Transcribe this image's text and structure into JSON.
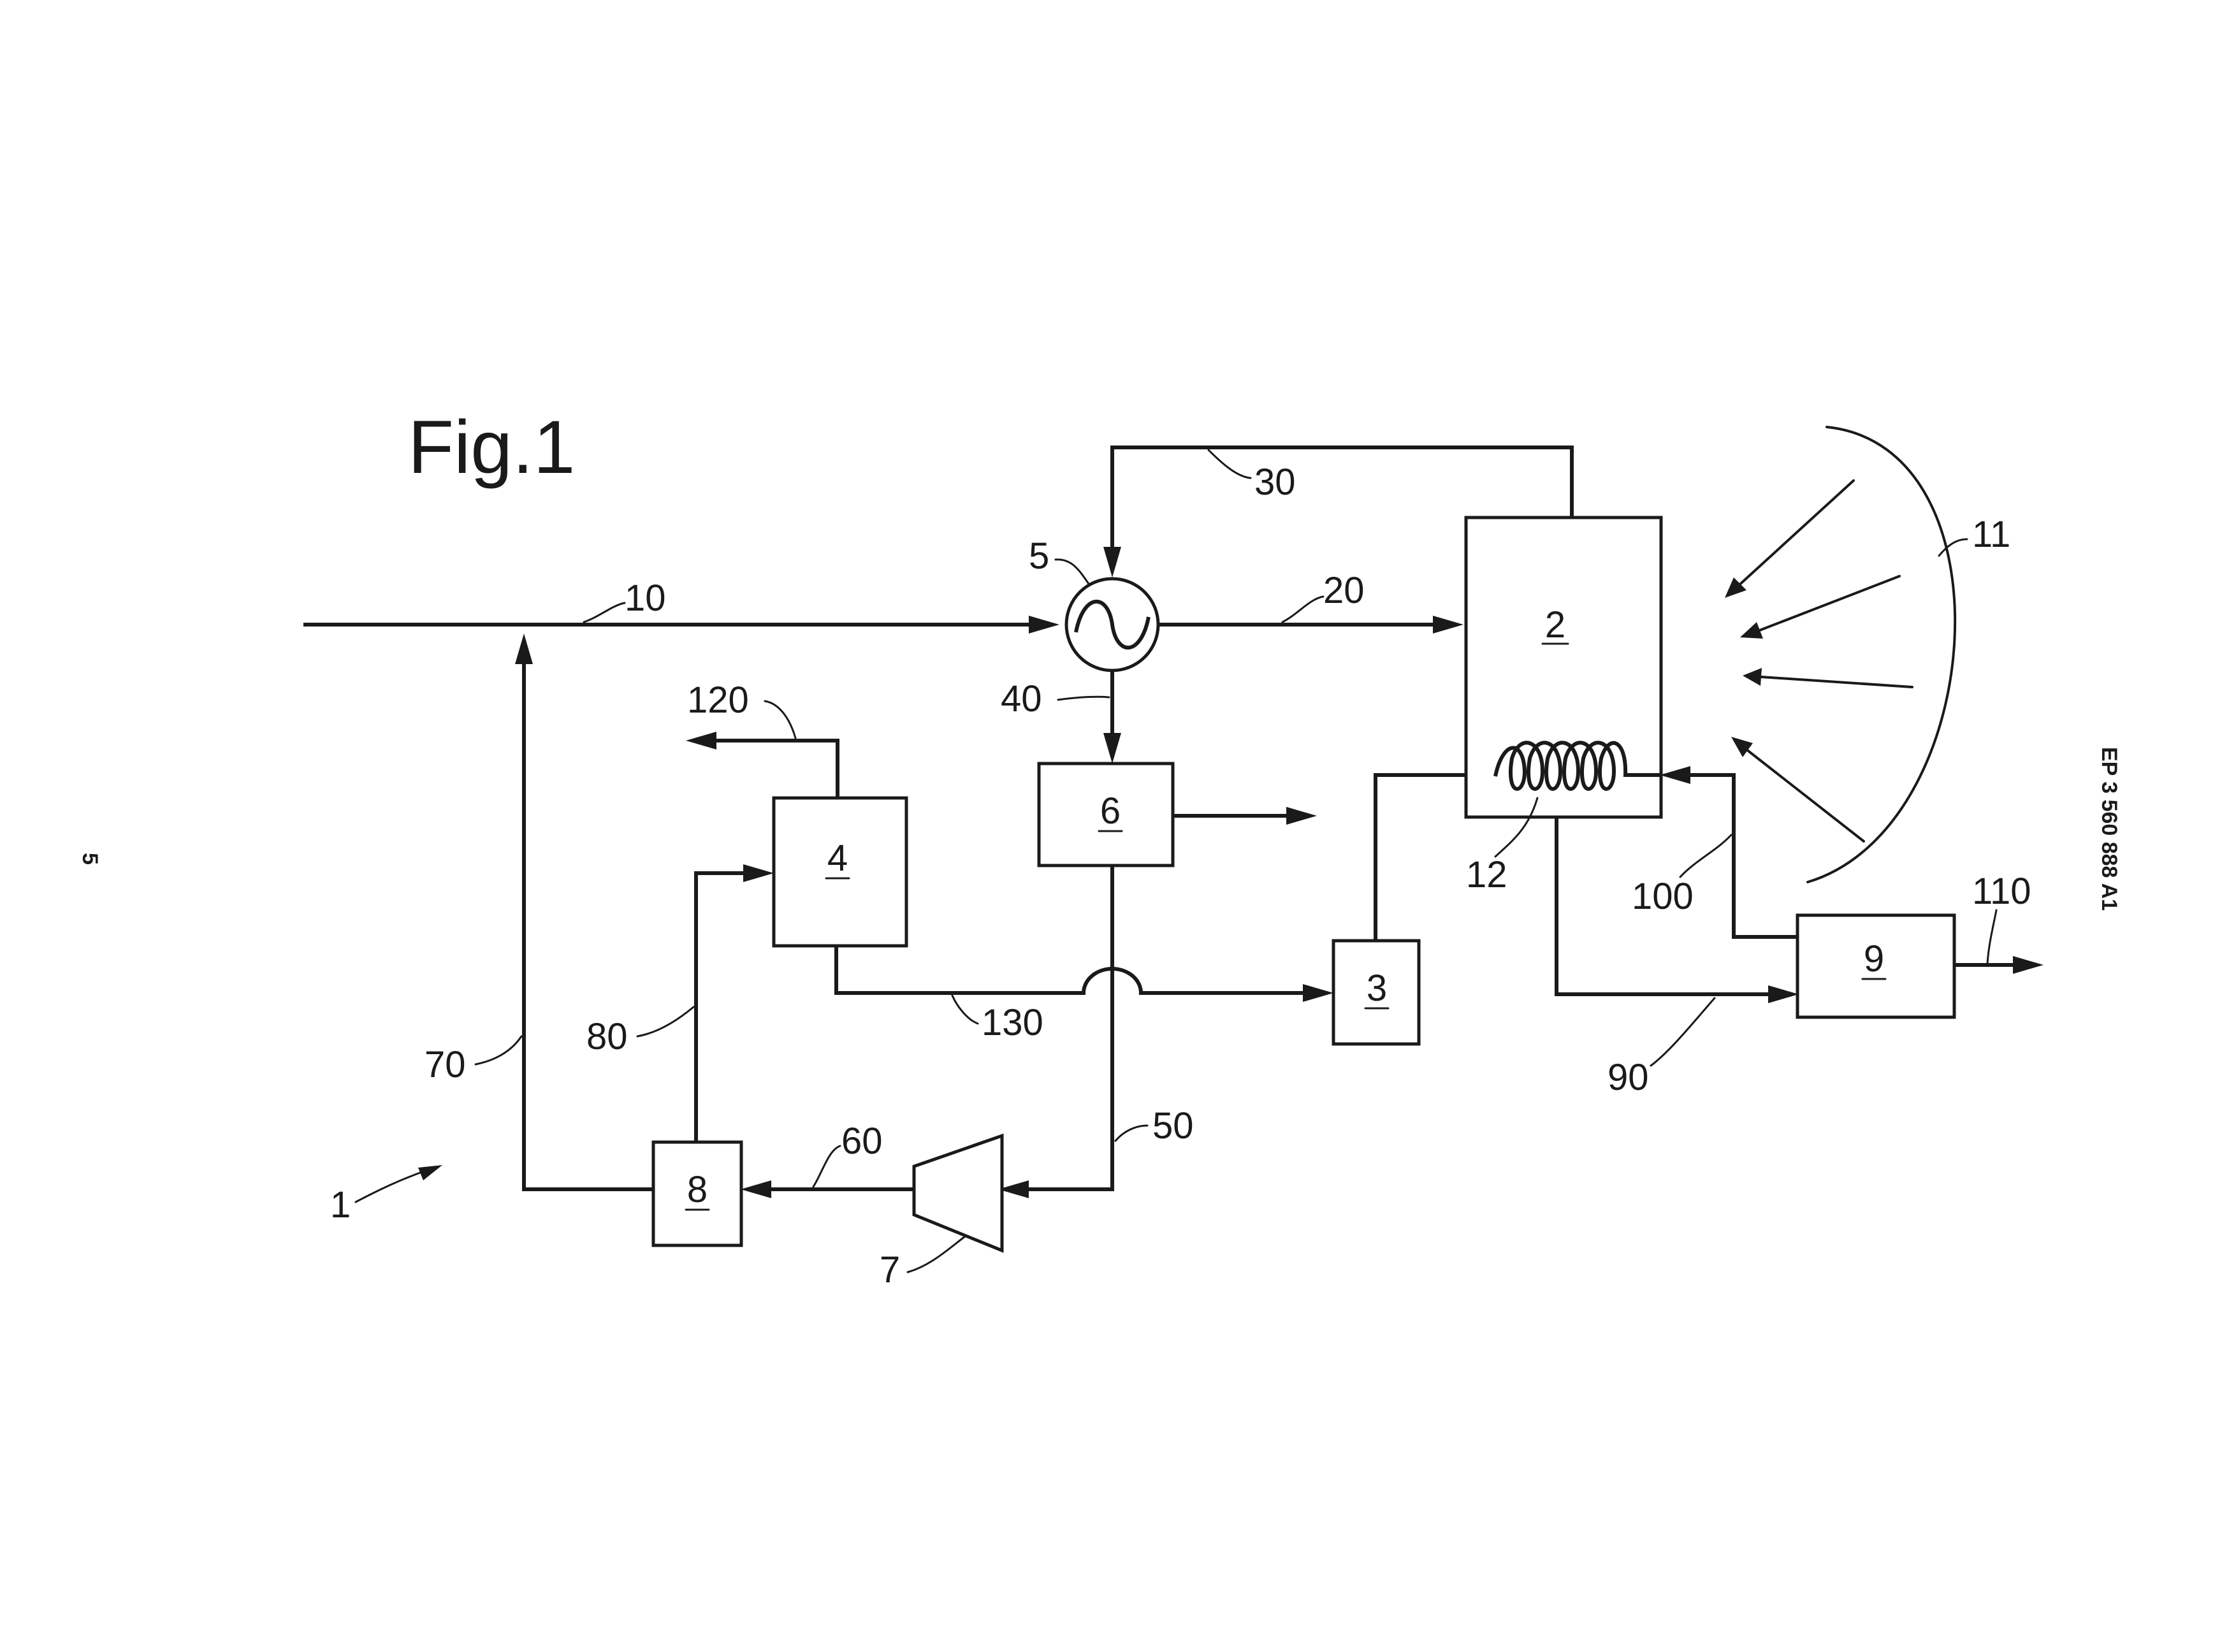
{
  "figure": {
    "title": "Fig.1",
    "page_number": "5",
    "publication_number": "EP 3 560 888 A1"
  },
  "components": {
    "box_2": "2",
    "box_3": "3",
    "box_4": "4",
    "box_6": "6",
    "box_8": "8",
    "box_9": "9"
  },
  "reference_labels": {
    "system": "1",
    "heat_exchanger": "5",
    "compressor": "7",
    "radiation": "11",
    "heating_coil": "12",
    "line_10": "10",
    "line_20": "20",
    "line_30": "30",
    "line_40": "40",
    "line_50": "50",
    "line_60": "60",
    "line_70": "70",
    "line_80": "80",
    "line_90": "90",
    "line_100": "100",
    "line_110": "110",
    "line_120": "120",
    "line_130": "130"
  }
}
